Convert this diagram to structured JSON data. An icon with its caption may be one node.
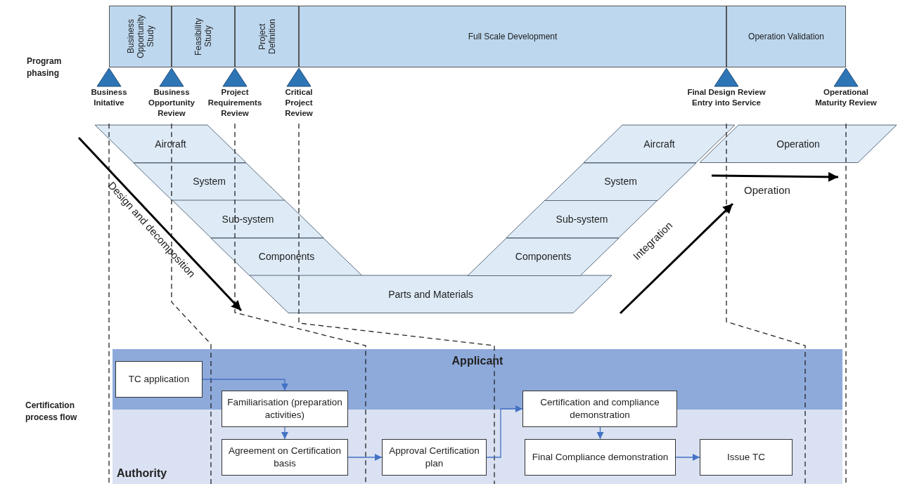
{
  "diagram": {
    "nodes": [
      {
        "text": [
          "Business Opportunity Study"
        ]
      },
      {
        "text": [
          "Feasibility Study"
        ]
      },
      {
        "text": [
          "Project Definition"
        ]
      },
      {
        "text": [
          "Full Scale Development"
        ]
      },
      {
        "text": [
          "Operation Validation"
        ]
      },
      {
        "text": [
          "Business Initative"
        ]
      },
      {
        "text": [
          "Business Opportunity Review"
        ]
      },
      {
        "text": [
          "Project Requirements Review"
        ]
      },
      {
        "text": [
          "Critical Project Review"
        ]
      },
      {
        "text": [
          "Final Design Review Entry into Service"
        ]
      },
      {
        "text": [
          "Operational Maturity Review"
        ]
      },
      {
        "text": [
          "Aircraft"
        ]
      },
      {
        "text": [
          "System"
        ]
      },
      {
        "text": [
          "Sub-system"
        ]
      },
      {
        "text": [
          "Components"
        ]
      },
      {
        "text": [
          "Parts and Materials"
        ]
      },
      {
        "text": [
          "Components"
        ]
      },
      {
        "text": [
          "Sub-system"
        ]
      },
      {
        "text": [
          "System"
        ]
      },
      {
        "text": [
          "Aircraft"
        ]
      },
      {
        "text": [
          "Operation"
        ]
      },
      {
        "text": [
          "Applicant"
        ]
      },
      {
        "text": [
          "Authority"
        ]
      },
      {
        "text": [
          "TC application"
        ],
        "in": 21
      },
      {
        "text": [
          "Familiarisation (preparation activities)"
        ]
      },
      {
        "text": [
          "Agreement on Certification basis"
        ],
        "in": 22
      },
      {
        "text": [
          "Approval Certification plan"
        ],
        "in": 22
      },
      {
        "text": [
          "Certification and compliance demonstration"
        ]
      },
      {
        "text": [
          "Final Compliance demonstration"
        ],
        "in": 22
      },
      {
        "text": [
          "Issue TC"
        ],
        "in": 22
      }
    ],
    "edges": [
      {
        "from": 23,
        "to": 24,
        "arrow": "to"
      },
      {
        "from": 24,
        "to": 25,
        "arrow": "to"
      },
      {
        "from": 25,
        "to": 26,
        "arrow": "to"
      },
      {
        "from": 26,
        "to": 27,
        "arrow": "to"
      },
      {
        "from": 27,
        "to": 28,
        "arrow": "to"
      },
      {
        "from": 28,
        "to": 29,
        "arrow": "to"
      }
    ],
    "labels": [
      "Program phasing",
      "Design and decomposition",
      "Operation",
      "Integration",
      "Certification process flow"
    ]
  }
}
